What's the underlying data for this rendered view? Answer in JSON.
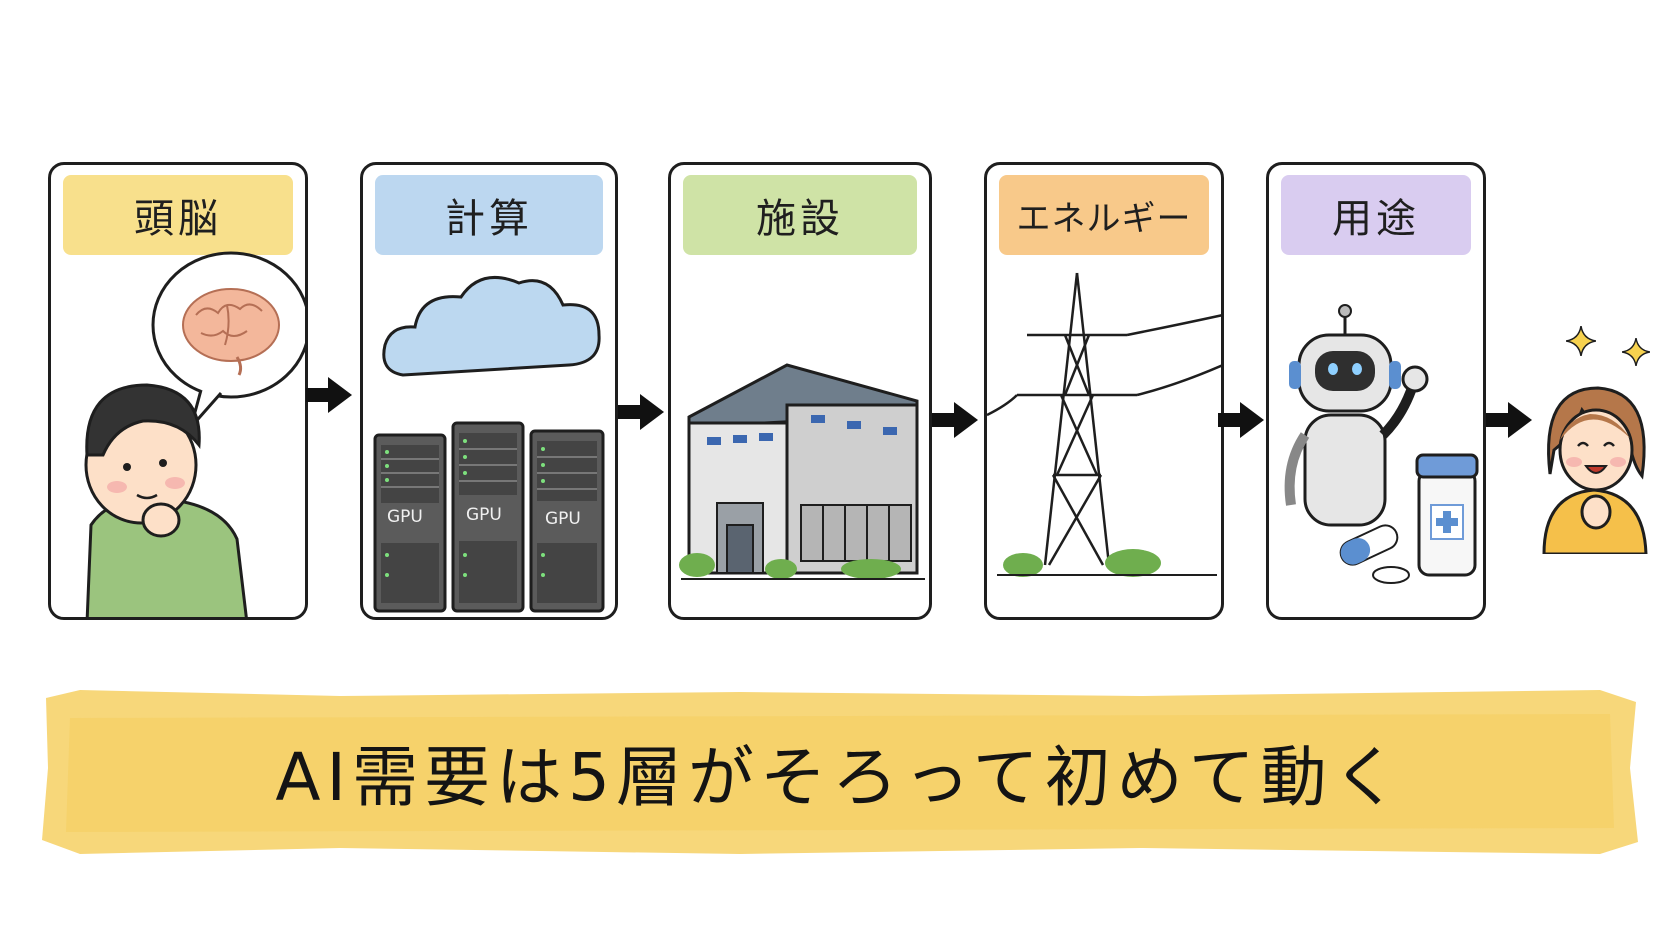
{
  "steps": [
    {
      "label": "頭脳",
      "color": "#f8e08c"
    },
    {
      "label": "計算",
      "color": "#bcd7f0"
    },
    {
      "label": "施設",
      "color": "#cfe3a6"
    },
    {
      "label": "エネルギー",
      "color": "#f8c98a"
    },
    {
      "label": "用途",
      "color": "#d9ccf0"
    }
  ],
  "server_labels": [
    "GPU",
    "GPU",
    "GPU"
  ],
  "banner": {
    "text": "AI需要は5層がそろって初めて動く",
    "color": "#f7d77a"
  },
  "icons": {
    "brain": "brain-icon",
    "cloud": "cloud-icon",
    "server": "server-rack-icon",
    "building": "data-center-icon",
    "tower": "power-tower-icon",
    "robot": "robot-icon",
    "medicine": "medicine-bottle-icon",
    "arrow": "arrow-right-icon",
    "sparkle": "sparkle-icon"
  }
}
